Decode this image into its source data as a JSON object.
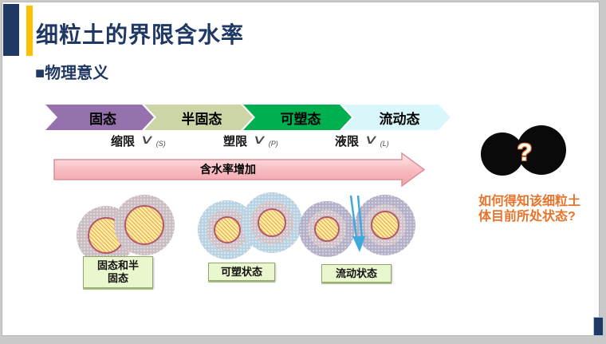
{
  "slide": {
    "title": "细粒土的界限含水率",
    "section_heading": "■物理意义"
  },
  "stages": [
    {
      "label": "固态",
      "color": "#9572ae"
    },
    {
      "label": "半固态",
      "color": "#cbd5a5"
    },
    {
      "label": "可塑态",
      "color": "#00b050"
    },
    {
      "label": "流动态",
      "color": "#d9f6fb"
    }
  ],
  "limits": [
    {
      "name": "缩限",
      "symbol": "∨",
      "subscript": "(S)"
    },
    {
      "name": "塑限",
      "symbol": "∨",
      "subscript": "(P)"
    },
    {
      "name": "液限",
      "symbol": "∨",
      "subscript": "(L)"
    }
  ],
  "moisture_arrow": {
    "label": "含水率增加",
    "fill": "#f6abb2",
    "border": "#dc9098"
  },
  "states": [
    {
      "name": "固态和半固态",
      "line1": "固态和半",
      "line2": "固态"
    },
    {
      "name": "可塑状态",
      "label": "可塑状态"
    },
    {
      "name": "流动状态",
      "label": "流动状态"
    }
  ],
  "question": {
    "mark": "?",
    "line1": "如何得知该细粒土",
    "line2": "体目前所处状态?",
    "text_color": "#e8732a"
  },
  "colors": {
    "title": "#1f3864",
    "accent_bar": "#ffc000",
    "particle_core": "#fdeca2",
    "particle_core_border": "#b5566b",
    "ring_solid": "#c9bdc2",
    "ring_plastic": "#b9d2e2",
    "ring_flow": "#b3afc7",
    "flow_arrow_blue": "#3fa9dc"
  }
}
